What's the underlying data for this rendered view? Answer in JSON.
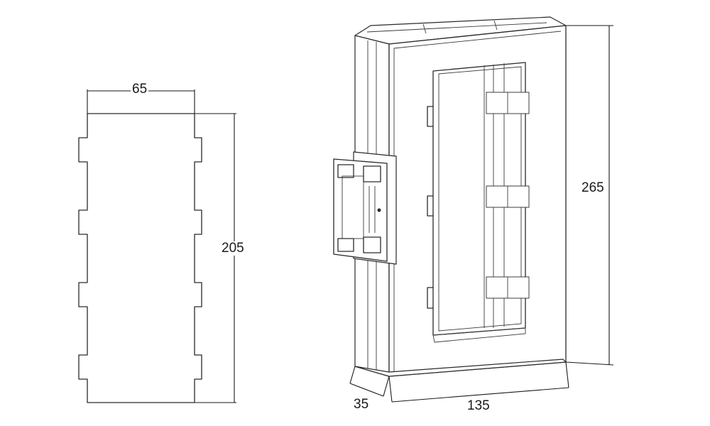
{
  "dimensions": {
    "core_width": "65",
    "core_height": "205",
    "depth": "35",
    "width": "135",
    "height": "265"
  }
}
